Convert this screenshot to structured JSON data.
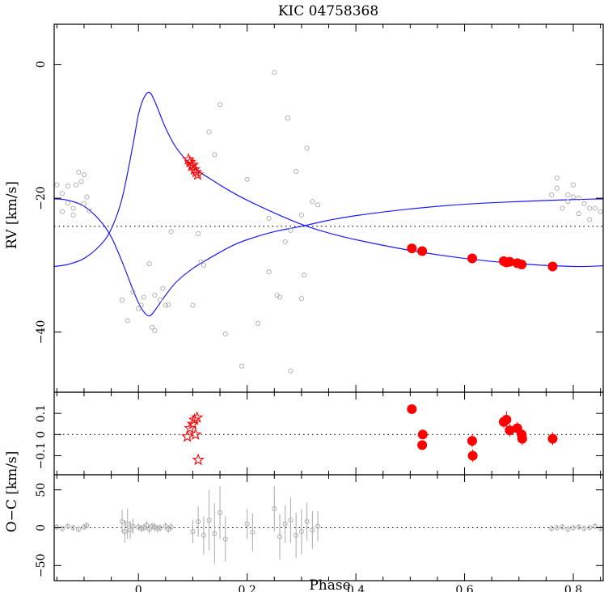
{
  "chart_data": {
    "type": "scatter",
    "title": "KIC 04758368",
    "xlabel": "Phase",
    "xlim": [
      -0.155,
      0.855
    ],
    "x_ticks": [
      0,
      0.2,
      0.4,
      0.6,
      0.8
    ],
    "x_tick_labels": [
      "0",
      "0.2",
      "0.4",
      "0.6",
      "0.8"
    ],
    "colors": {
      "model": "#1a1aff",
      "highlight": "#ff0000",
      "background": "#aaaaaa",
      "axis": "#000000"
    },
    "panels": [
      {
        "name": "rv",
        "ylabel": "RV [km/s]",
        "ylim": [
          -49,
          6
        ],
        "y_ticks": [
          0,
          -20,
          -40
        ],
        "y_tick_labels": [
          "0",
          "−20",
          "−40"
        ],
        "reference_line": -24.2,
        "model_curves": [
          {
            "x": [
              -0.155,
              -0.13,
              -0.1,
              -0.07,
              -0.05,
              -0.03,
              -0.01,
              0.0,
              0.01,
              0.02,
              0.03,
              0.05,
              0.07,
              0.1,
              0.13,
              0.17,
              0.2,
              0.25,
              0.3,
              0.35,
              0.4,
              0.5,
              0.6,
              0.7,
              0.8,
              0.855
            ],
            "y": [
              -30.2,
              -29.9,
              -29.0,
              -27.0,
              -24.6,
              -20.0,
              -12.0,
              -7.5,
              -5.0,
              -4.2,
              -5.5,
              -9.5,
              -12.5,
              -15.3,
              -17.0,
              -19.0,
              -20.3,
              -22.2,
              -23.9,
              -25.2,
              -26.2,
              -27.8,
              -29.0,
              -29.8,
              -30.2,
              -30.1
            ]
          },
          {
            "x": [
              -0.155,
              -0.13,
              -0.1,
              -0.07,
              -0.05,
              -0.03,
              -0.01,
              0.0,
              0.01,
              0.02,
              0.03,
              0.05,
              0.07,
              0.1,
              0.13,
              0.17,
              0.2,
              0.25,
              0.3,
              0.35,
              0.4,
              0.5,
              0.6,
              0.7,
              0.8,
              0.855
            ],
            "y": [
              -20.1,
              -20.3,
              -21.2,
              -23.4,
              -25.8,
              -29.5,
              -33.7,
              -35.6,
              -37.0,
              -37.6,
              -36.8,
              -34.5,
              -32.5,
              -30.5,
              -29.0,
              -27.2,
              -26.2,
              -25.0,
              -24.2,
              -23.3,
              -22.6,
              -21.6,
              -20.9,
              -20.5,
              -20.2,
              -20.1
            ]
          }
        ],
        "series": [
          {
            "name": "",
            "marker": "open-circle",
            "x": [
              -0.15,
              -0.14,
              -0.13,
              -0.12,
              -0.115,
              -0.105,
              -0.1,
              -0.095,
              -0.09,
              -0.14,
              -0.12,
              -0.1,
              -0.13,
              -0.11,
              -0.03,
              -0.02,
              -0.01,
              0.0,
              0.005,
              0.01,
              0.02,
              0.025,
              0.03,
              0.04,
              0.05,
              0.055,
              0.06,
              0.03,
              0.045,
              0.1,
              0.11,
              0.115,
              0.12,
              0.13,
              0.14,
              0.15,
              0.16,
              0.19,
              0.2,
              0.22,
              0.24,
              0.25,
              0.255,
              0.26,
              0.27,
              0.275,
              0.28,
              0.29,
              0.3,
              0.31,
              0.32,
              0.33,
              0.24,
              0.28,
              0.3,
              0.305,
              0.76,
              0.77,
              0.78,
              0.79,
              0.8,
              0.81,
              0.82,
              0.83,
              0.84,
              0.85,
              0.77,
              0.8,
              0.83,
              0.79,
              0.81
            ],
            "y": [
              -18.0,
              -19.3,
              -20.7,
              -21.5,
              -18.0,
              -17.5,
              -16.5,
              -19.8,
              -21.9,
              -22.0,
              -22.5,
              -20.8,
              -18.2,
              -16.1,
              -35.2,
              -38.3,
              -34.0,
              -36.5,
              -36.0,
              -34.8,
              -29.8,
              -39.3,
              -34.5,
              -35.2,
              -36.0,
              -35.9,
              -25.0,
              -39.8,
              -33.5,
              -36.0,
              -25.3,
              -29.5,
              -30.0,
              -10.1,
              -13.5,
              -6.0,
              -40.3,
              -45.1,
              -17.2,
              -38.7,
              -23.0,
              -1.2,
              -34.5,
              -34.8,
              -26.5,
              -8.0,
              -45.8,
              -16.0,
              -22.5,
              -12.5,
              -20.5,
              -21.0,
              -31.0,
              -24.8,
              -35.0,
              -31.5,
              -19.5,
              -17.0,
              -21.5,
              -20.5,
              -19.8,
              -22.3,
              -20.8,
              -23.2,
              -21.5,
              -22.0,
              -18.5,
              -18.0,
              -21.5,
              -19.5,
              -20.0
            ]
          },
          {
            "name": "",
            "marker": "star",
            "x": [
              0.092,
              0.095,
              0.098,
              0.1,
              0.103,
              0.106,
              0.109
            ],
            "y": [
              -14.2,
              -14.6,
              -15.2,
              -15.0,
              -15.7,
              -16.1,
              -16.5
            ]
          },
          {
            "name": "",
            "marker": "filled-circle",
            "x": [
              0.503,
              0.522,
              0.614,
              0.672,
              0.677,
              0.683,
              0.697,
              0.705,
              0.762
            ],
            "y": [
              -27.5,
              -27.9,
              -29.0,
              -29.4,
              -29.6,
              -29.5,
              -29.7,
              -29.9,
              -30.2
            ]
          }
        ]
      },
      {
        "name": "oc-primary",
        "ylabel": "O−C [km/s]",
        "ylim": [
          -0.19,
          0.2
        ],
        "y_ticks": [
          0.1,
          0,
          -0.1
        ],
        "y_tick_labels": [
          "0.1",
          "0",
          "−0.1"
        ],
        "reference_line": 0,
        "series": [
          {
            "name": "",
            "marker": "star",
            "x": [
              0.09,
              0.095,
              0.1,
              0.103,
              0.105,
              0.108,
              0.11
            ],
            "y": [
              -0.01,
              0.03,
              0.05,
              0.07,
              0.0,
              0.08,
              -0.12
            ]
          },
          {
            "name": "",
            "marker": "filled-circle",
            "x": [
              0.503,
              0.522,
              0.523,
              0.614,
              0.615,
              0.672,
              0.677,
              0.683,
              0.697,
              0.705,
              0.706,
              0.762
            ],
            "y": [
              0.12,
              -0.05,
              0.0,
              -0.03,
              -0.1,
              0.06,
              0.07,
              0.02,
              0.03,
              0.0,
              -0.02,
              -0.02
            ],
            "err": [
              0.02,
              0.02,
              0.02,
              0.03,
              0.03,
              0.03,
              0.04,
              0.03,
              0.03,
              0.03,
              0.03,
              0.03
            ]
          }
        ]
      },
      {
        "name": "oc-secondary",
        "ylabel": "",
        "ylim": [
          -70,
          70
        ],
        "y_ticks": [
          50,
          0,
          -50
        ],
        "y_tick_labels": [
          "50",
          "0",
          "−50"
        ],
        "reference_line": 0,
        "series": [
          {
            "name": "",
            "marker": "open-circle",
            "x": [
              -0.15,
              -0.14,
              -0.13,
              -0.12,
              -0.11,
              -0.1,
              -0.095,
              -0.03,
              -0.025,
              -0.02,
              -0.015,
              -0.01,
              0.0,
              0.005,
              0.01,
              0.015,
              0.02,
              0.025,
              0.03,
              0.035,
              0.04,
              0.05,
              0.055,
              0.06,
              0.1,
              0.11,
              0.12,
              0.13,
              0.14,
              0.15,
              0.16,
              0.2,
              0.21,
              0.25,
              0.26,
              0.27,
              0.28,
              0.29,
              0.3,
              0.31,
              0.32,
              0.33,
              0.76,
              0.77,
              0.78,
              0.79,
              0.8,
              0.81,
              0.82,
              0.83,
              0.84,
              0.85
            ],
            "y": [
              1,
              -1,
              2,
              0,
              -2,
              1,
              3,
              8,
              -5,
              5,
              -3,
              2,
              1,
              -1,
              0,
              3,
              -2,
              2,
              1,
              -1,
              0,
              2,
              -2,
              1,
              -5,
              8,
              -10,
              10,
              -8,
              20,
              -15,
              5,
              -6,
              25,
              -12,
              5,
              10,
              -10,
              -5,
              8,
              -3,
              2,
              -1,
              0,
              1,
              -2,
              0,
              1,
              -1,
              0,
              2,
              -1
            ],
            "err": [
              4,
              4,
              4,
              4,
              4,
              4,
              4,
              15,
              15,
              20,
              12,
              10,
              5,
              5,
              5,
              6,
              6,
              5,
              6,
              5,
              5,
              5,
              5,
              5,
              15,
              20,
              25,
              40,
              40,
              35,
              30,
              20,
              25,
              30,
              30,
              25,
              30,
              30,
              30,
              25,
              25,
              20,
              4,
              4,
              4,
              4,
              4,
              4,
              4,
              4,
              4,
              4
            ]
          }
        ]
      }
    ]
  }
}
